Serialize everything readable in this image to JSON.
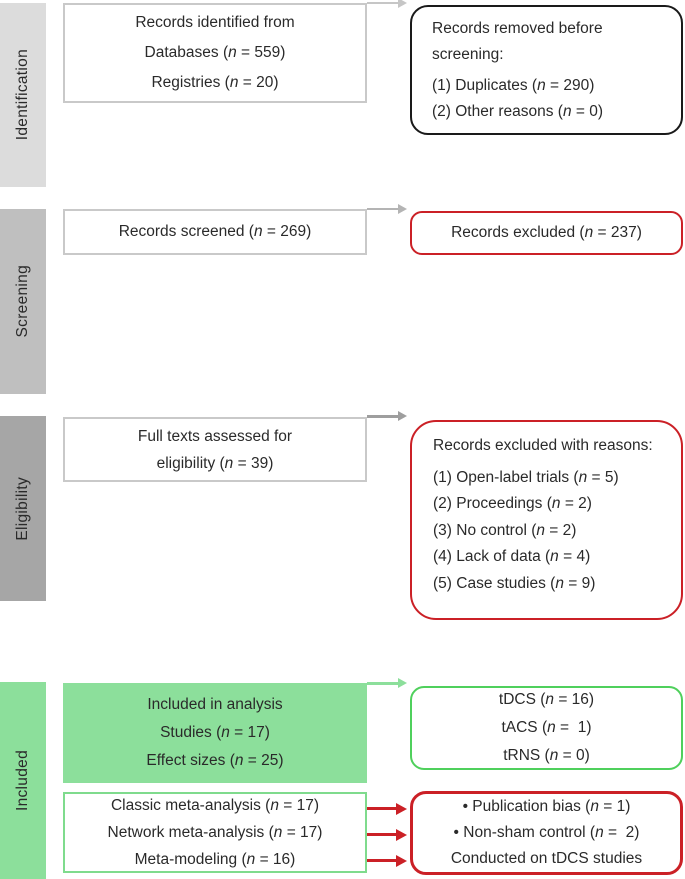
{
  "stages": {
    "identification": "Identification",
    "screening": "Screening",
    "eligibility": "Eligibility",
    "included": "Included"
  },
  "boxes": {
    "records_identified": {
      "lines": [
        "Records identified from",
        "Databases (n = 559)",
        "Registries (n = 20)"
      ]
    },
    "records_removed": {
      "lines": [
        "Records removed before screening:",
        "(1) Duplicates (n = 290)",
        "(2) Other reasons (n = 0)"
      ]
    },
    "records_screened": {
      "lines": [
        "Records screened (n = 269)"
      ]
    },
    "records_excluded": {
      "lines": [
        "Records excluded (n = 237)"
      ]
    },
    "full_texts_assessed": {
      "lines": [
        "Full texts assessed for",
        "eligibility (n = 39)"
      ]
    },
    "excluded_reasons": {
      "lines": [
        "Records excluded with reasons:",
        "(1) Open-label trials (n = 5)",
        "(2) Proceedings (n = 2)",
        "(3) No control (n = 2)",
        "(4) Lack of data (n = 4)",
        "(5) Case studies (n = 9)"
      ]
    },
    "included_in_analysis": {
      "lines": [
        "Included in analysis",
        "Studies (n = 17)",
        "Effect sizes (n = 25)"
      ]
    },
    "stimulation_types": {
      "lines": [
        "tDCS (n = 16)",
        "tACS (n =  1)",
        "tRNS (n = 0)"
      ]
    },
    "analysis_methods": {
      "lines": [
        "Classic meta-analysis (n = 17)",
        "Network meta-analysis (n = 17)",
        "Meta-modeling (n = 16)"
      ]
    },
    "sensitivity_checks": {
      "lines": [
        "• Publication bias (n = 1)",
        "• Non-sham control (n =  2)",
        "Conducted on tDCS studies"
      ]
    }
  },
  "colors": {
    "green_fill": "#8cdf9b",
    "green_border": "#4fd05c",
    "green_border_light": "#7fdb8d",
    "red": "#cb2026",
    "ink": "#1a1a1a",
    "gray_light_label": "#dcdcdc",
    "gray_mid_label": "#bfbfbf",
    "gray_dark_label": "#a6a6a6"
  }
}
